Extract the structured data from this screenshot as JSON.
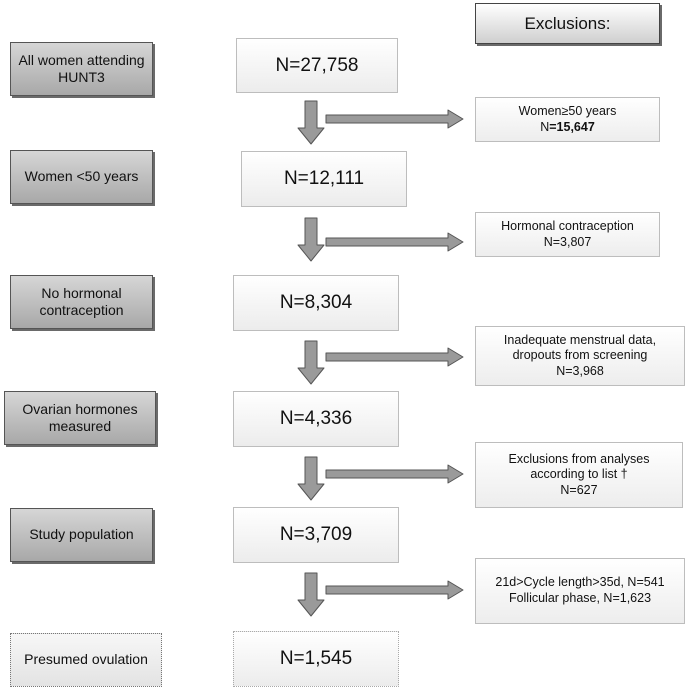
{
  "exclusions_header": "Exclusions:",
  "stages": [
    {
      "label": "All women attending HUNT3",
      "count": "N=27,758"
    },
    {
      "label": "Women <50 years",
      "count": "N=12,111"
    },
    {
      "label": "No hormonal contraception",
      "count": "N=8,304"
    },
    {
      "label": "Ovarian hormones measured",
      "count": "N=4,336"
    },
    {
      "label": "Study population",
      "count": "N=3,709"
    },
    {
      "label": "Presumed ovulation",
      "count": "N=1,545"
    }
  ],
  "exclusions": [
    {
      "line1": "Women≥50 years",
      "line2_prefix": "N",
      "line2_bold": "=15,647"
    },
    {
      "line1": "Hormonal contraception",
      "line2": "N=3,807"
    },
    {
      "line1": "Inadequate menstrual data,",
      "line2": "dropouts from screening",
      "line3": "N=3,968"
    },
    {
      "line1": "Exclusions from analyses",
      "line2": "according to list †",
      "line3": "N=627"
    },
    {
      "line1": "21d>Cycle length>35d, N=541",
      "line2": "Follicular phase, N=1,623"
    }
  ]
}
